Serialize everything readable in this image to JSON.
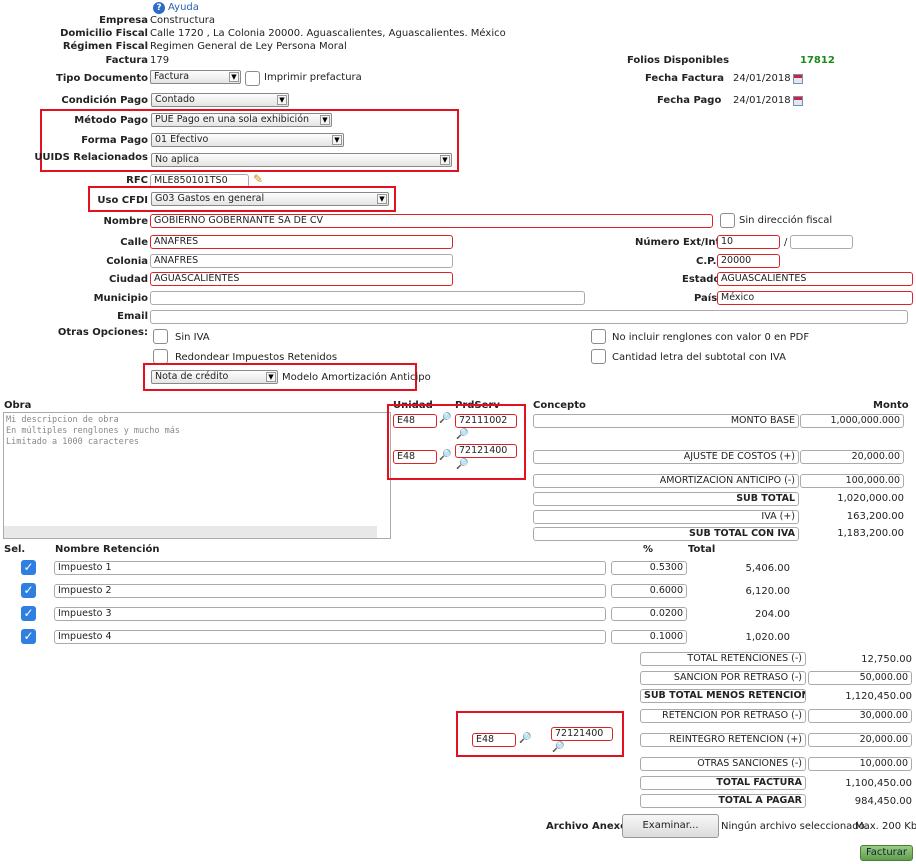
{
  "help": {
    "label": "Ayuda"
  },
  "empresa": {
    "label": "Empresa",
    "value": "Constructura"
  },
  "domicilio": {
    "label": "Domicilio Fiscal",
    "value": "Calle 1720 , La Colonia 20000. Aguascalientes, Aguascalientes. México"
  },
  "regimen": {
    "label": "Régimen Fiscal",
    "value": "Regimen General de Ley Persona Moral"
  },
  "factura": {
    "label": "Factura",
    "value": "179"
  },
  "folios": {
    "label": "Folios Disponibles",
    "value": "17812"
  },
  "tipo_doc": {
    "label": "Tipo Documento",
    "value": "Factura",
    "imprimir_label": "Imprimir prefactura"
  },
  "fecha_factura": {
    "label": "Fecha Factura",
    "value": "24/01/2018"
  },
  "condicion": {
    "label": "Condición Pago",
    "value": "Contado"
  },
  "fecha_pago": {
    "label": "Fecha Pago",
    "value": "24/01/2018"
  },
  "metodo": {
    "label": "Método Pago",
    "value": "PUE Pago en una sola exhibición"
  },
  "forma": {
    "label": "Forma Pago",
    "value": "01 Efectivo"
  },
  "uuids": {
    "label": "UUIDS Relacionados",
    "value": "No aplica"
  },
  "rfc": {
    "label": "RFC",
    "value": "MLE850101TS0"
  },
  "uso_cfdi": {
    "label": "Uso CFDI",
    "value": "G03 Gastos en general"
  },
  "nombre": {
    "label": "Nombre",
    "value": "GOBIERNO GOBERNANTE SA DE CV",
    "sin_dir_label": "Sin dirección fiscal"
  },
  "calle": {
    "label": "Calle",
    "value": "ANAFRES"
  },
  "numero": {
    "label": "Número Ext/Int",
    "ext": "10",
    "sep": "/",
    "int": ""
  },
  "colonia": {
    "label": "Colonia",
    "value": "ANAFRES"
  },
  "cp": {
    "label": "C.P.",
    "value": "20000"
  },
  "ciudad": {
    "label": "Ciudad",
    "value": "AGUASCALIENTES"
  },
  "estado": {
    "label": "Estado",
    "value": "AGUASCALIENTES"
  },
  "municipio": {
    "label": "Municipio",
    "value": ""
  },
  "pais": {
    "label": "País",
    "value": "México"
  },
  "email": {
    "label": "Email",
    "value": ""
  },
  "otras": {
    "label": "Otras Opciones:",
    "sin_iva": "Sin IVA",
    "no_incluir": "No incluir renglones con valor 0 en PDF",
    "redondear": "Redondear Impuestos Retenidos",
    "cantidad_letra": "Cantidad letra del subtotal con IVA",
    "nota": "Nota de crédito",
    "modelo": "Modelo Amortización Anticipo"
  },
  "cols": {
    "obra": "Obra",
    "unidad": "Unidad",
    "prdserv": "PrdServ",
    "concepto": "Concepto",
    "monto": "Monto"
  },
  "obra_text": "Mi descripcion de obra\nEn múltiples renglones y mucho más\nLimitado a 1000 caracteres",
  "conceptos": [
    {
      "unidad": "E48",
      "prd": "72111002",
      "concepto": "MONTO BASE",
      "monto": "1,000,000.000"
    },
    {
      "unidad": "E48",
      "prd": "72121400",
      "concepto": "AJUSTE DE COSTOS (+)",
      "monto": "20,000.00"
    },
    {
      "concepto": "AMORTIZACION ANTICIPO (-)",
      "monto": "100,000.00"
    }
  ],
  "subtotals": [
    {
      "label": "SUB TOTAL",
      "value": "1,020,000.00"
    },
    {
      "label": "IVA (+)",
      "value": "163,200.00"
    },
    {
      "label": "SUB TOTAL CON IVA",
      "value": "1,183,200.00"
    }
  ],
  "ret_cols": {
    "sel": "Sel.",
    "nombre": "Nombre Retención",
    "pct": "%",
    "total": "Total"
  },
  "retenciones": [
    {
      "nombre": "Impuesto 1",
      "pct": "0.5300",
      "total": "5,406.00"
    },
    {
      "nombre": "Impuesto 2",
      "pct": "0.6000",
      "total": "6,120.00"
    },
    {
      "nombre": "Impuesto 3",
      "pct": "0.0200",
      "total": "204.00"
    },
    {
      "nombre": "Impuesto 4",
      "pct": "0.1000",
      "total": "1,020.00"
    }
  ],
  "totales": {
    "total_ret": {
      "label": "TOTAL RETENCIONES (-)",
      "value": "12,750.00"
    },
    "sancion": {
      "label": "SANCION POR RETRASO (-)",
      "value": "50,000.00"
    },
    "sub_menos": {
      "label": "SUB TOTAL MENOS RETENCIONI",
      "value": "1,120,450.00"
    },
    "ret_retraso": {
      "label": "RETENCION POR RETRASO (-)",
      "value": "30,000.00"
    },
    "reintegro": {
      "label": "REINTEGRO RETENCION (+)",
      "value": "20,000.00",
      "unidad": "E48",
      "prd": "72121400"
    },
    "otras": {
      "label": "OTRAS SANCIONES (-)",
      "value": "10,000.00"
    },
    "total_factura": {
      "label": "TOTAL FACTURA",
      "value": "1,100,450.00"
    },
    "total_pagar": {
      "label": "TOTAL A PAGAR",
      "value": "984,450.00"
    }
  },
  "anexo": {
    "label": "Archivo Anexo",
    "button": "Examinar...",
    "status": "Ningún archivo seleccionado.",
    "max": "Max. 200 Kb"
  },
  "facturar": "Facturar",
  "colors": {
    "highlight": "#e3101f",
    "accent": "#2f7fe0",
    "folios": "#1a8a1a"
  }
}
